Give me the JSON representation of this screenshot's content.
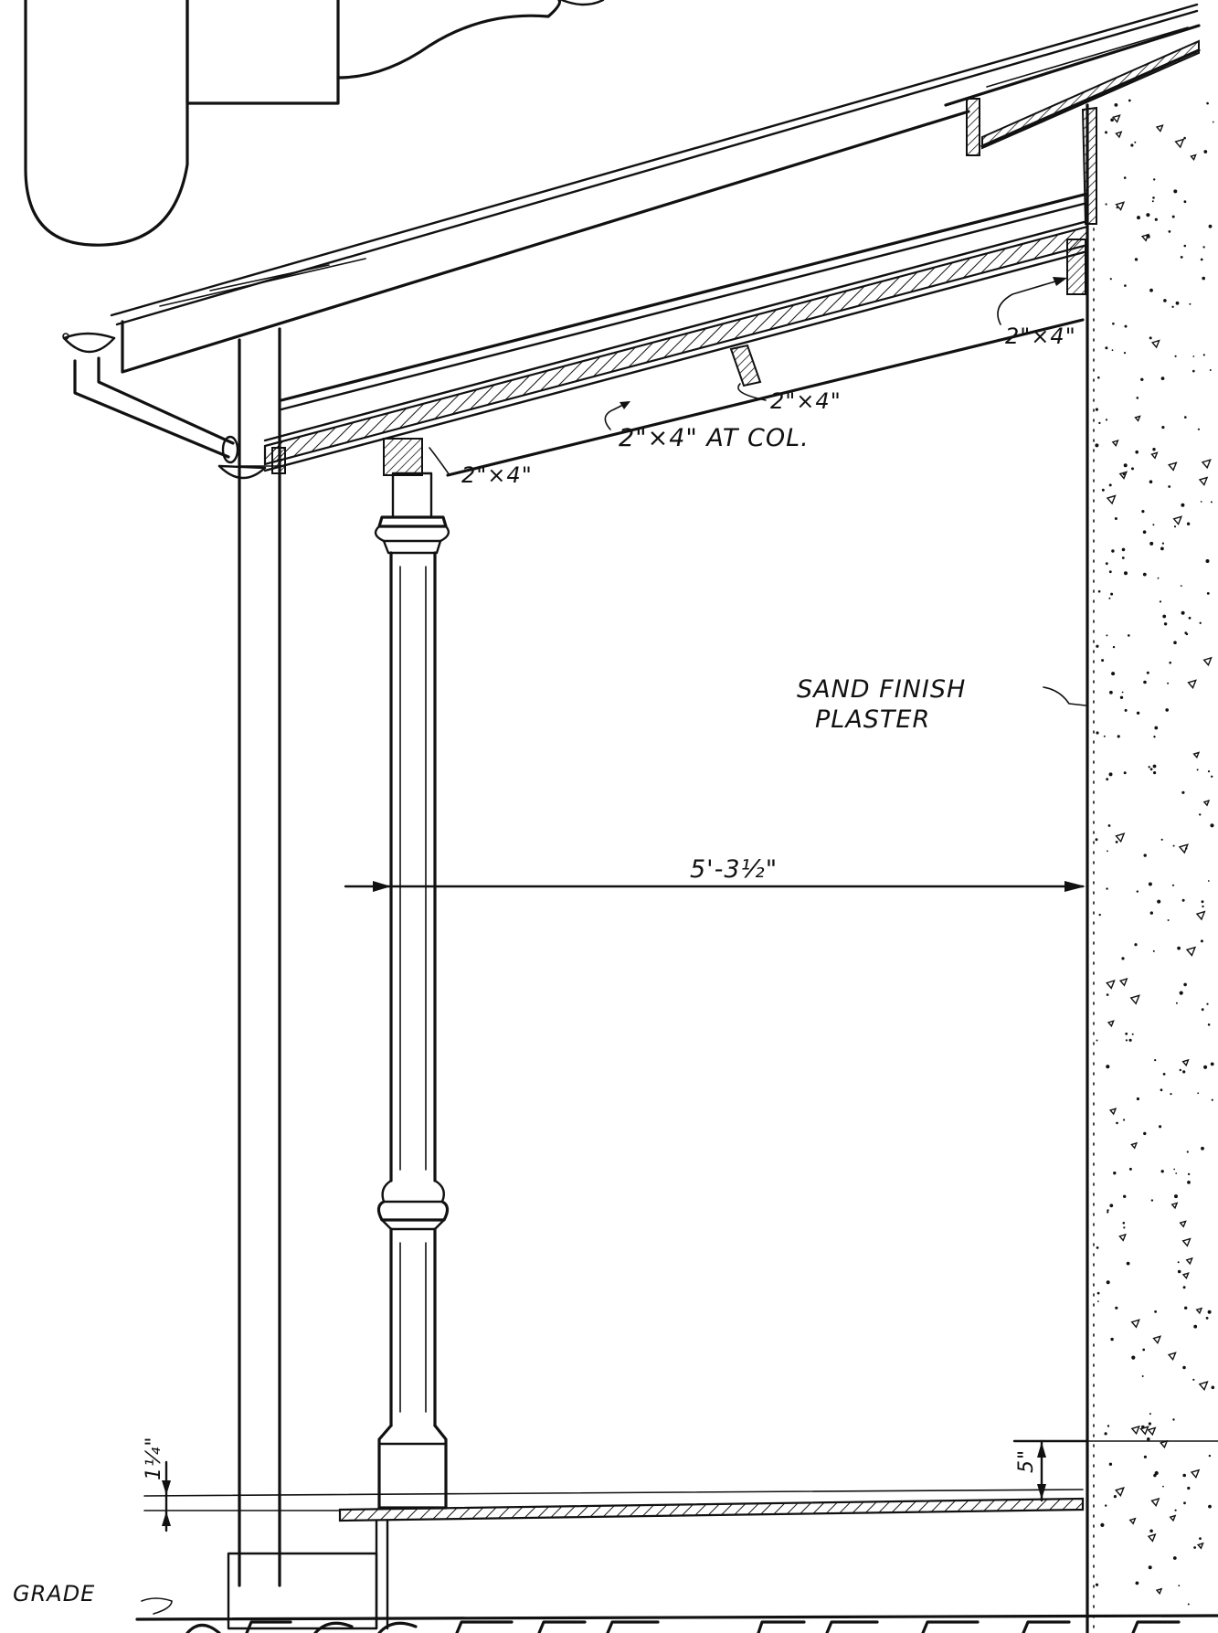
{
  "labels": {
    "joist_right": "2\"×4\"",
    "joist_mid": "2\"×4\"",
    "joist_at_col": "2\"×4\" AT COL.",
    "joist_left": "2\"×4\"",
    "plaster_line1": "SAND FINISH",
    "plaster_line2": "PLASTER",
    "dimension_width": "5'-3½\"",
    "dimension_step": "5\"",
    "dimension_floor": "1¼\"",
    "grade": "GRADE"
  }
}
